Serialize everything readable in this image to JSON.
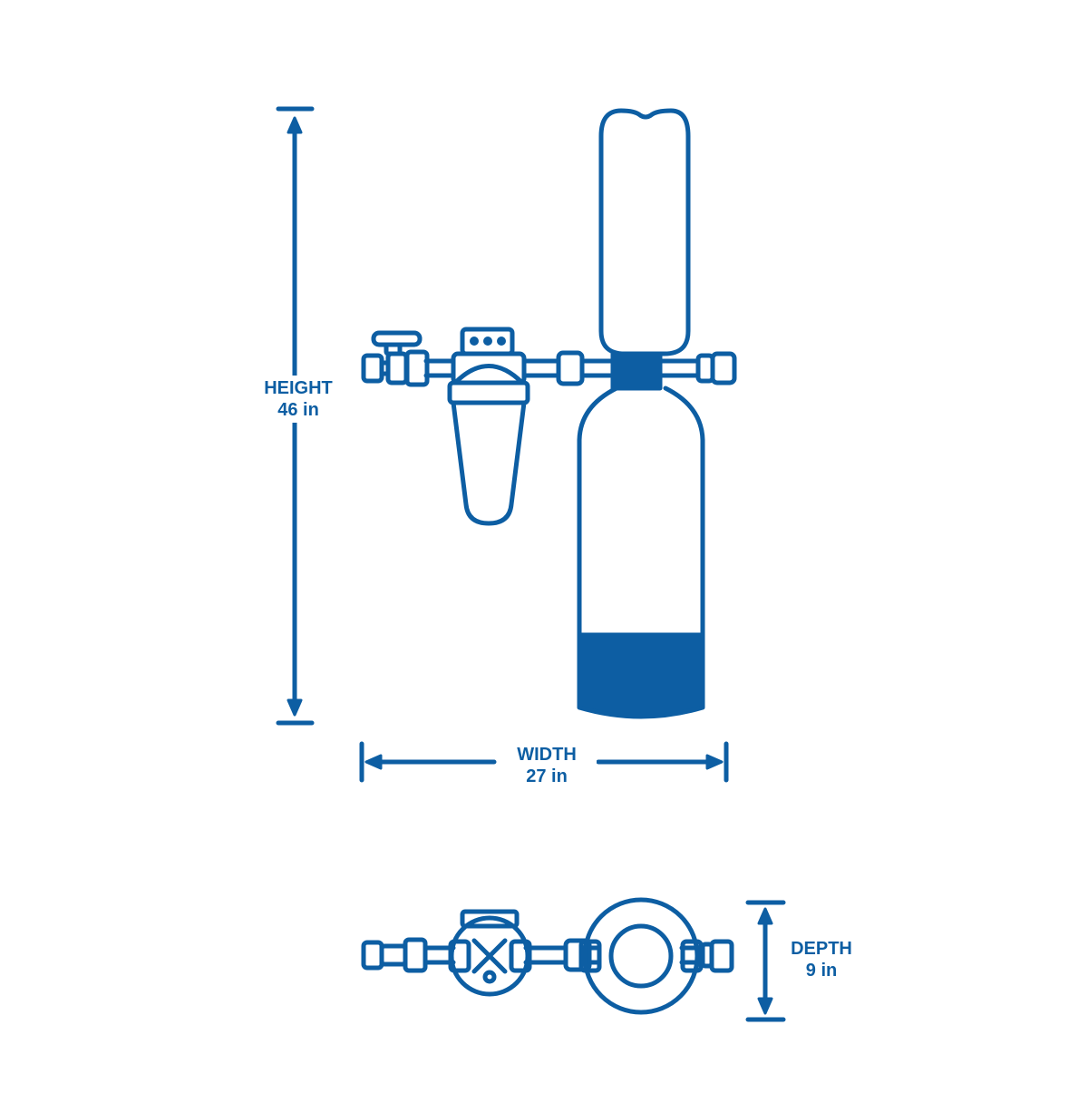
{
  "colors": {
    "stroke": "#0d5ea3",
    "fill": "#0d5ea3",
    "background": "#ffffff"
  },
  "dimensions": {
    "height": {
      "label": "HEIGHT",
      "value": "46 in"
    },
    "width": {
      "label": "WIDTH",
      "value": "27 in"
    },
    "depth": {
      "label": "DEPTH",
      "value": "9 in"
    }
  }
}
